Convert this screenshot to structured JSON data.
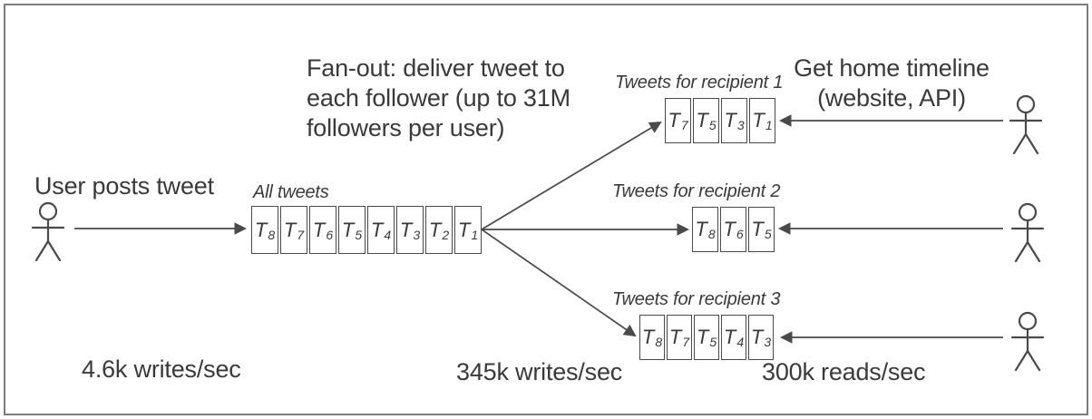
{
  "diagram": {
    "user_posts_label": "User posts tweet",
    "fan_out_lines": [
      "Fan-out: deliver tweet to",
      "each follower (up to 31M",
      "followers per user)"
    ],
    "get_home_timeline_lines": [
      "Get home timeline",
      "(website, API)"
    ],
    "stats": {
      "writes_user": "4.6k writes/sec",
      "writes_fanout": "345k writes/sec",
      "reads_timeline": "300k reads/sec"
    },
    "queues": {
      "all_tweets": {
        "label": "All tweets",
        "cells": [
          "T8",
          "T7",
          "T6",
          "T5",
          "T4",
          "T3",
          "T2",
          "T1"
        ]
      },
      "recipient1": {
        "label": "Tweets for recipient 1",
        "cells": [
          "T7",
          "T5",
          "T3",
          "T1"
        ]
      },
      "recipient2": {
        "label": "Tweets for recipient 2",
        "cells": [
          "T8",
          "T6",
          "T5"
        ]
      },
      "recipient3": {
        "label": "Tweets for recipient 3",
        "cells": [
          "T8",
          "T7",
          "T5",
          "T4",
          "T3"
        ]
      }
    },
    "colors": {
      "text": "#3a3a3a",
      "line": "#4a4a4a",
      "frame_border": "#7d7d7d",
      "background": "#ffffff"
    }
  }
}
